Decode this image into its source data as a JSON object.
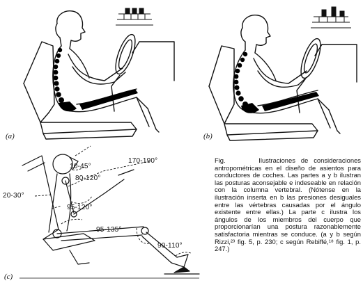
{
  "panels": [
    {
      "label": "(a)"
    },
    {
      "label": "(b)"
    },
    {
      "label": "(c)"
    }
  ],
  "angles": {
    "a1": "10-45°",
    "a2": "170-190°",
    "a3": "80-120°",
    "a4": "20-30°",
    "a5": "95-120°",
    "a6": "95-135°",
    "a7": "90-110°"
  },
  "caption": {
    "fig": "Fig.",
    "text": "Ilustraciones de consideraciones antropométricas en el diseño de asientos para conductores de coches. Las partes a y b ilustran las posturas aconsejable e indeseable en relación con la columna vertebral. (Nótense en la ilustración inserta en b las presiones desiguales entre las vértebras causadas por el ángulo existente entre ellas.) La parte c ilustra los ángulos de los miembros del cuerpo que proporcionarían una postura razonablemente satisfactoria mientras se conduce. (a y b según Rizzi,²³ fig. 5, p. 230; c según Rebiffé,¹⁸ fig. 1, p. 247.)"
  },
  "colors": {
    "ink": "#111111",
    "paper": "#ffffff",
    "spine": "#000000"
  }
}
